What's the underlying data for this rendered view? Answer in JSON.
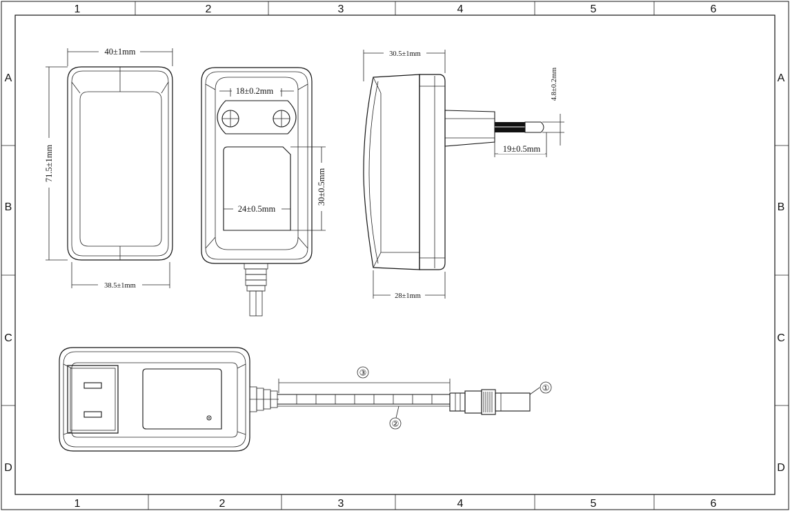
{
  "zones": {
    "columns": [
      "1",
      "2",
      "3",
      "4",
      "5",
      "6"
    ],
    "rows": [
      "A",
      "B",
      "C",
      "D"
    ]
  },
  "dimensions": {
    "front_top_width": "40±1mm",
    "front_height": "71.5±1mm",
    "front_bottom_width": "38.5±1mm",
    "plug_spacing": "18±0.2mm",
    "label_height": "30±0.5mm",
    "label_width": "24±0.5mm",
    "side_top_depth": "30.5±1mm",
    "side_bottom_depth": "28±1mm",
    "pin_diameter": "4.8±0.2mm",
    "pin_length": "19±0.5mm"
  },
  "callouts": {
    "connector": "①",
    "cable": "②",
    "cable_length": "③"
  }
}
